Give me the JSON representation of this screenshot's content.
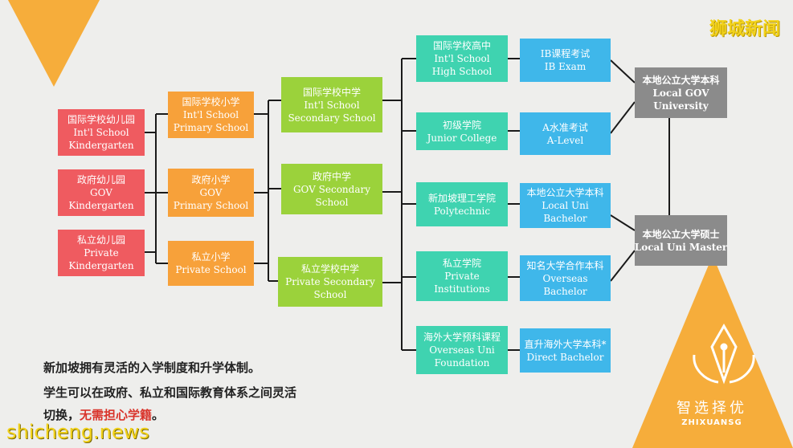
{
  "brand": {
    "corner": "狮城新闻",
    "watermark": "shicheng.news",
    "logo_cn": "智选择优",
    "logo_en": "ZHIXUANSG"
  },
  "kindergarten": [
    {
      "zh": "国际学校幼儿园",
      "en1": "Int'l School",
      "en2": "Kindergarten"
    },
    {
      "zh": "政府幼儿园",
      "en1": "GOV",
      "en2": "Kindergarten"
    },
    {
      "zh": "私立幼儿园",
      "en1": "Private",
      "en2": "Kindergarten"
    }
  ],
  "primary": [
    {
      "zh": "国际学校小学",
      "en1": "Int'l School",
      "en2": "Primary School"
    },
    {
      "zh": "政府小学",
      "en1": "GOV",
      "en2": "Primary School"
    },
    {
      "zh": "私立小学",
      "en1": "Private School"
    }
  ],
  "secondary": [
    {
      "zh": "国际学校中学",
      "en1": "Int'l School",
      "en2": "Secondary School"
    },
    {
      "zh": "政府中学",
      "en1": "GOV Secondary",
      "en2": "School"
    },
    {
      "zh": "私立学校中学",
      "en1": "Private Secondary",
      "en2": "School"
    }
  ],
  "pre_university": [
    {
      "zh": "国际学校高中",
      "en1": "Int'l School",
      "en2": "High School"
    },
    {
      "zh": "初级学院",
      "en1": "Junior College"
    },
    {
      "zh": "新加坡理工学院",
      "en1": "Polytechnic"
    },
    {
      "zh": "私立学院",
      "en1": "Private",
      "en2": "Institutions"
    },
    {
      "zh": "海外大学预科课程",
      "en1": "Overseas Uni",
      "en2": "Foundation"
    }
  ],
  "exams": [
    {
      "zh": "IB课程考试",
      "en1": "IB Exam"
    },
    {
      "zh": "A水准考试",
      "en1": "A-Level"
    },
    {
      "zh": "本地公立大学本科",
      "en1": "Local Uni",
      "en2": "Bachelor"
    },
    {
      "zh": "知名大学合作本科",
      "en1": "Overseas",
      "en2": "Bachelor"
    },
    {
      "zh": "直升海外大学本科*",
      "en1": "Direct Bachelor"
    }
  ],
  "university": [
    {
      "zh": "本地公立大学本科",
      "en1": "Local GOV",
      "en2": "University"
    },
    {
      "zh": "本地公立大学硕士",
      "en1": "Local Uni Master"
    }
  ],
  "caption": {
    "line1": "新加坡拥有灵活的入学制度和升学体制。",
    "line2": "学生可以在政府、私立和国际教育体系之间灵活",
    "line3_a": "切换，",
    "line3_b": "无需担心学籍",
    "line3_c": "。"
  },
  "colors": {
    "kindergarten": "#ef5b60",
    "primary": "#f7a13a",
    "secondary": "#9bd23b",
    "pre_university": "#3fd3b0",
    "exams": "#3fb7ea",
    "university": "#8b8b8b",
    "accent_triangle": "#f6ad3b"
  }
}
